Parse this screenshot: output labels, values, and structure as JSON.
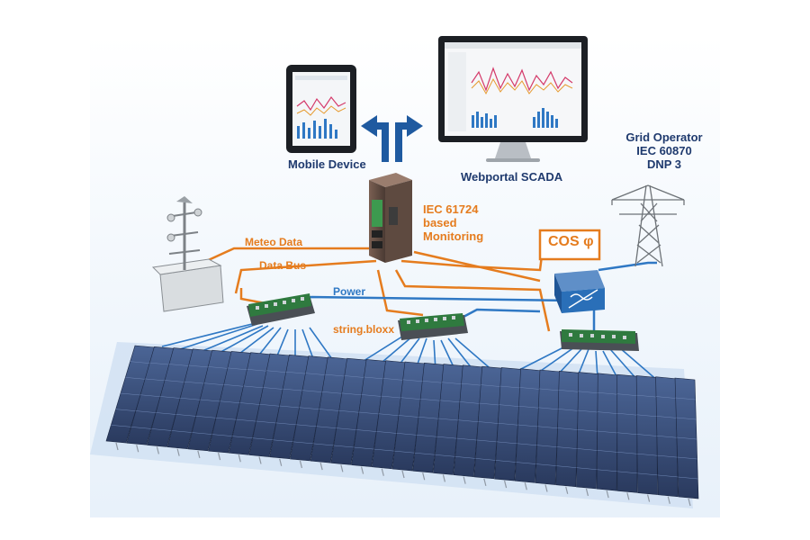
{
  "labels": {
    "mobile_device": "Mobile Device",
    "webportal": "Webportal SCADA",
    "grid_operator": [
      "Grid Operator",
      "IEC 60870",
      "DNP 3"
    ],
    "monitoring": [
      "IEC 61724",
      "based",
      "Monitoring"
    ],
    "meteo_data": "Meteo Data",
    "data_bus": "Data Bus",
    "power": "Power",
    "string_bloxx": "string.bloxx",
    "cos_phi": "COS φ"
  },
  "colors": {
    "navy": "#1f3a6e",
    "orange": "#e57c1e",
    "blue": "#2f78c4",
    "panel": "#3a4e78",
    "board_green": "#2f7a3f"
  },
  "icons": [
    "tablet-icon",
    "monitor-icon",
    "transmission-tower-icon",
    "weather-station-icon",
    "controller-icon",
    "inverter-icon",
    "string-box-icon",
    "solar-panel-icon"
  ]
}
